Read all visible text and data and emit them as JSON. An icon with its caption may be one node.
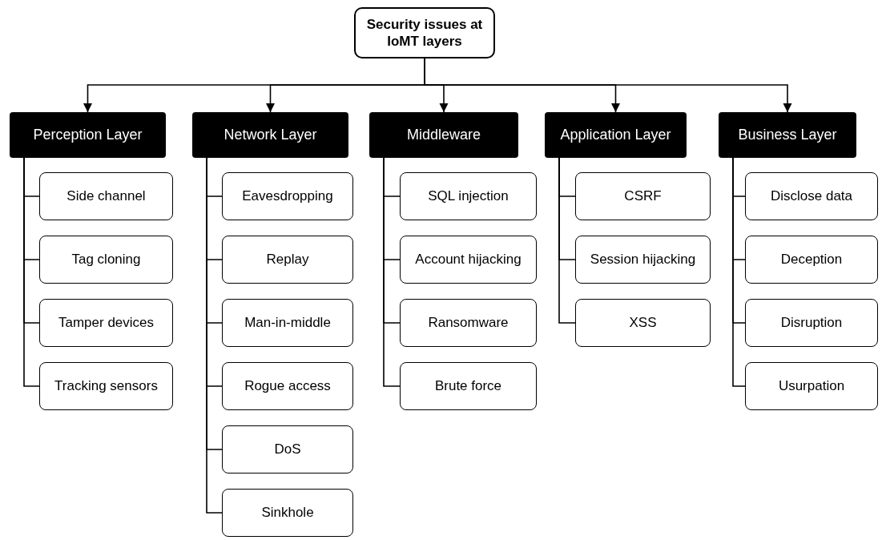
{
  "diagram": {
    "nodes": [
      {
        "text": [
          "Security issues at IoMT layers"
        ]
      },
      {
        "text": [
          "Perception Layer"
        ]
      },
      {
        "text": [
          "Network Layer"
        ]
      },
      {
        "text": [
          "Middleware"
        ]
      },
      {
        "text": [
          "Application Layer"
        ]
      },
      {
        "text": [
          "Business Layer"
        ]
      },
      {
        "text": [
          "Side channel"
        ]
      },
      {
        "text": [
          "Tag cloning"
        ]
      },
      {
        "text": [
          "Tamper devices"
        ]
      },
      {
        "text": [
          "Tracking sensors"
        ]
      },
      {
        "text": [
          "Eavesdropping"
        ]
      },
      {
        "text": [
          "Replay"
        ]
      },
      {
        "text": [
          "Man-in-middle"
        ]
      },
      {
        "text": [
          "Rogue access"
        ]
      },
      {
        "text": [
          "DoS"
        ]
      },
      {
        "text": [
          "Sinkhole"
        ]
      },
      {
        "text": [
          "SQL injection"
        ]
      },
      {
        "text": [
          "Account hijacking"
        ]
      },
      {
        "text": [
          "Ransomware"
        ]
      },
      {
        "text": [
          "Brute force"
        ]
      },
      {
        "text": [
          "CSRF"
        ]
      },
      {
        "text": [
          "Session hijacking"
        ]
      },
      {
        "text": [
          "XSS"
        ]
      },
      {
        "text": [
          "Disclose data"
        ]
      },
      {
        "text": [
          "Deception"
        ]
      },
      {
        "text": [
          "Disruption"
        ]
      },
      {
        "text": [
          "Usurpation"
        ]
      }
    ],
    "edges": [
      {
        "from": 0,
        "to": 1,
        "arrow": "to"
      },
      {
        "from": 0,
        "to": 2,
        "arrow": "to"
      },
      {
        "from": 0,
        "to": 3,
        "arrow": "to"
      },
      {
        "from": 0,
        "to": 4,
        "arrow": "to"
      },
      {
        "from": 0,
        "to": 5,
        "arrow": "to"
      },
      {
        "from": 1,
        "to": 6,
        "arrow": "none"
      },
      {
        "from": 1,
        "to": 7,
        "arrow": "none"
      },
      {
        "from": 1,
        "to": 8,
        "arrow": "none"
      },
      {
        "from": 1,
        "to": 9,
        "arrow": "none"
      },
      {
        "from": 2,
        "to": 10,
        "arrow": "none"
      },
      {
        "from": 2,
        "to": 11,
        "arrow": "none"
      },
      {
        "from": 2,
        "to": 12,
        "arrow": "none"
      },
      {
        "from": 2,
        "to": 13,
        "arrow": "none"
      },
      {
        "from": 2,
        "to": 14,
        "arrow": "none"
      },
      {
        "from": 2,
        "to": 15,
        "arrow": "none"
      },
      {
        "from": 3,
        "to": 16,
        "arrow": "none"
      },
      {
        "from": 3,
        "to": 17,
        "arrow": "none"
      },
      {
        "from": 3,
        "to": 18,
        "arrow": "none"
      },
      {
        "from": 3,
        "to": 19,
        "arrow": "none"
      },
      {
        "from": 4,
        "to": 20,
        "arrow": "none"
      },
      {
        "from": 4,
        "to": 21,
        "arrow": "none"
      },
      {
        "from": 4,
        "to": 22,
        "arrow": "none"
      },
      {
        "from": 5,
        "to": 23,
        "arrow": "none"
      },
      {
        "from": 5,
        "to": 24,
        "arrow": "none"
      },
      {
        "from": 5,
        "to": 25,
        "arrow": "none"
      },
      {
        "from": 5,
        "to": 26,
        "arrow": "none"
      }
    ]
  }
}
